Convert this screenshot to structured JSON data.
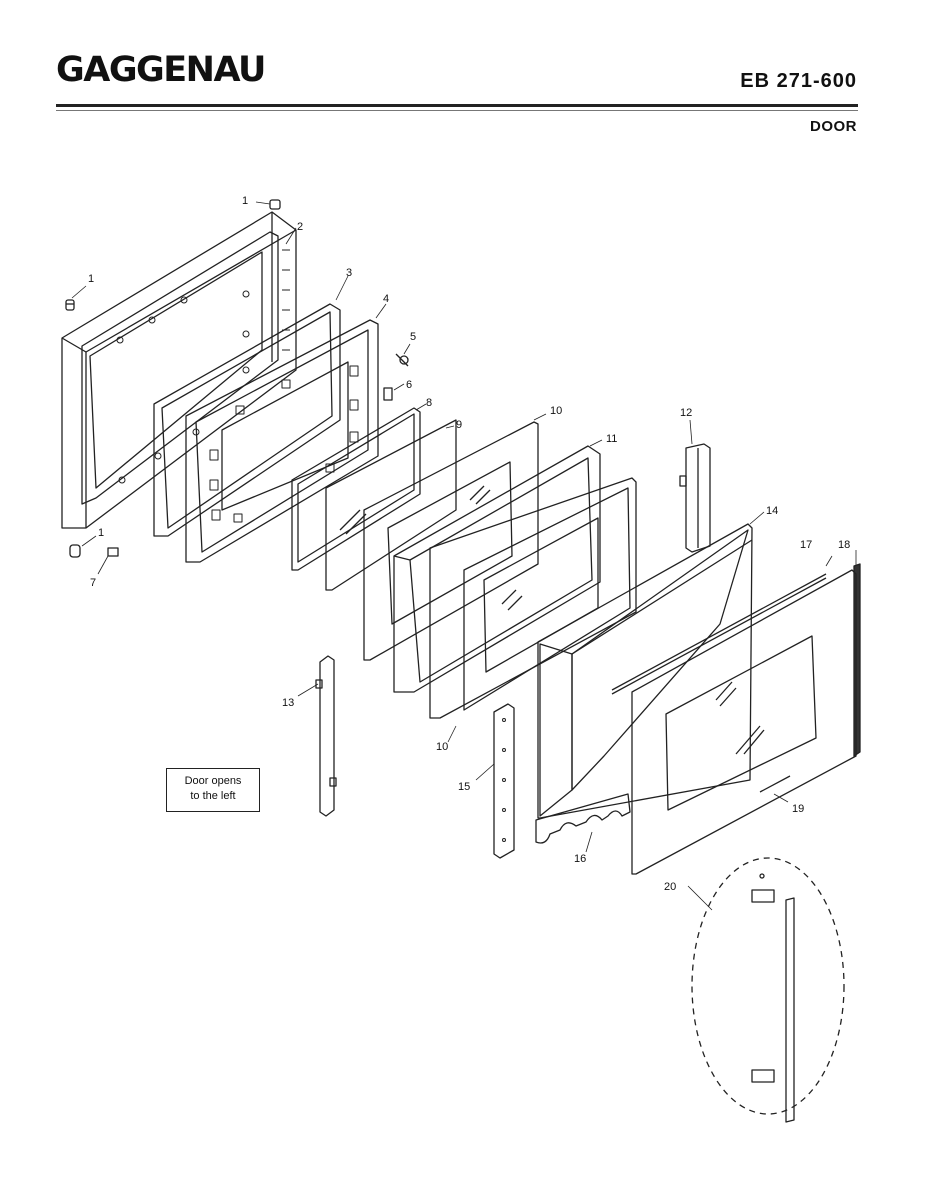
{
  "header": {
    "brand": "GAGGENAU",
    "model": "EB 271-600",
    "section": "DOOR"
  },
  "note": {
    "line1": "Door opens",
    "line2": "to the left"
  },
  "callouts": {
    "c1a": "1",
    "c1b": "1",
    "c1c": "1",
    "c2": "2",
    "c3": "3",
    "c4": "4",
    "c5": "5",
    "c6": "6",
    "c7": "7",
    "c8": "8",
    "c9": "9",
    "c10a": "10",
    "c10b": "10",
    "c11": "11",
    "c12": "12",
    "c13": "13",
    "c14": "14",
    "c15": "15",
    "c16": "16",
    "c17": "17",
    "c18": "18",
    "c19": "19",
    "c20": "20"
  }
}
